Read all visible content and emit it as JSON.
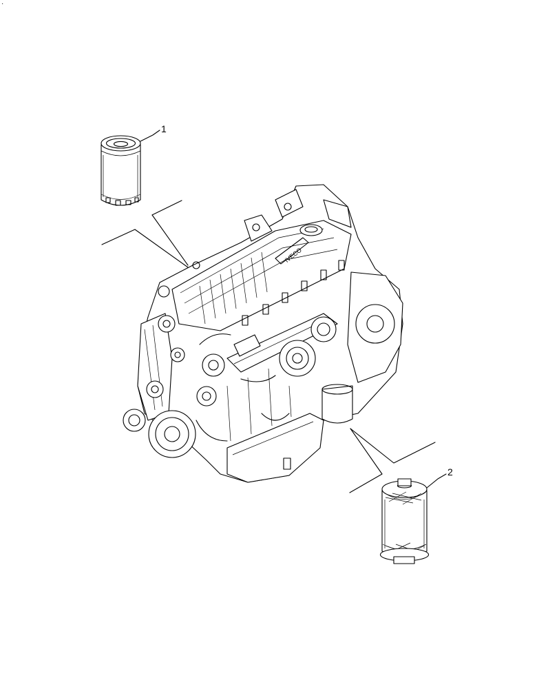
{
  "corner_mark": "·",
  "callouts": [
    {
      "id": "1",
      "label": "1"
    },
    {
      "id": "2",
      "label": "2"
    }
  ],
  "engine_brand": "IVECO"
}
